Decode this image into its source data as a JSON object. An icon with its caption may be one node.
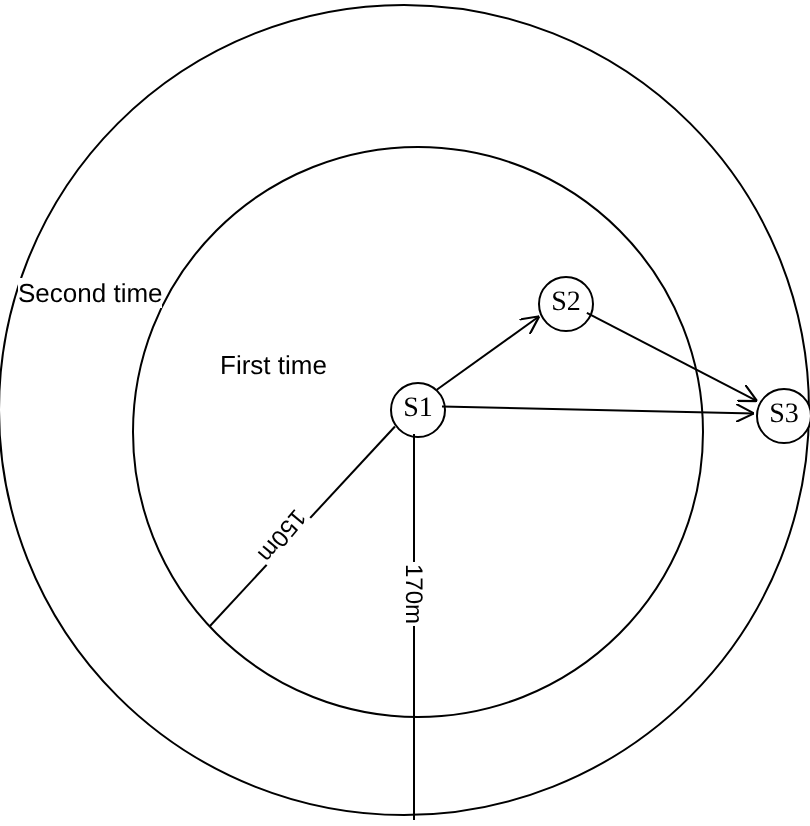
{
  "diagram": {
    "nodes": [
      {
        "text": [
          "Second time"
        ]
      },
      {
        "text": [
          "First time"
        ],
        "in": 0
      },
      {
        "text": [
          "S1"
        ],
        "in": 1
      },
      {
        "text": [
          "S2"
        ],
        "in": 1
      },
      {
        "text": [
          "S3"
        ],
        "in": 0
      }
    ],
    "edges": [
      {
        "from": 2,
        "to": 3,
        "arrow": "to"
      },
      {
        "from": 2,
        "to": 4,
        "arrow": "to"
      },
      {
        "from": 3,
        "to": 4,
        "arrow": "to"
      }
    ],
    "labels": [
      "150m",
      "170m"
    ]
  }
}
